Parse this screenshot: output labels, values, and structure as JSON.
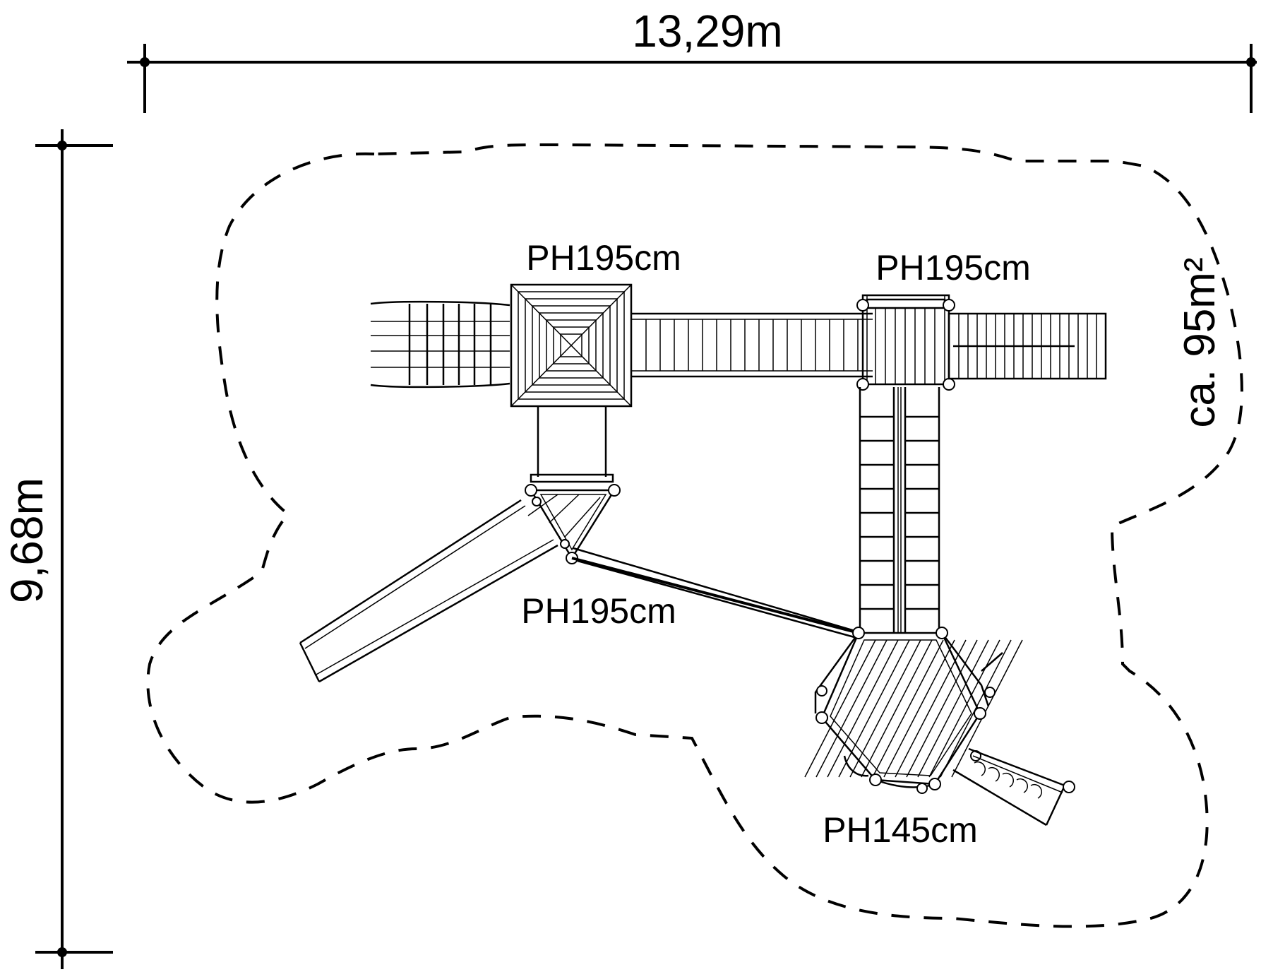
{
  "dimensions": {
    "width_label": "13,29m",
    "height_label": "9,68m",
    "area_label": "ca. 95m²"
  },
  "platforms": [
    {
      "id": "square-tower",
      "height_label": "PH195cm"
    },
    {
      "id": "right-tower",
      "height_label": "PH195cm"
    },
    {
      "id": "triangle-platform",
      "height_label": "PH195cm"
    },
    {
      "id": "hexagon-platform",
      "height_label": "PH145cm"
    }
  ]
}
